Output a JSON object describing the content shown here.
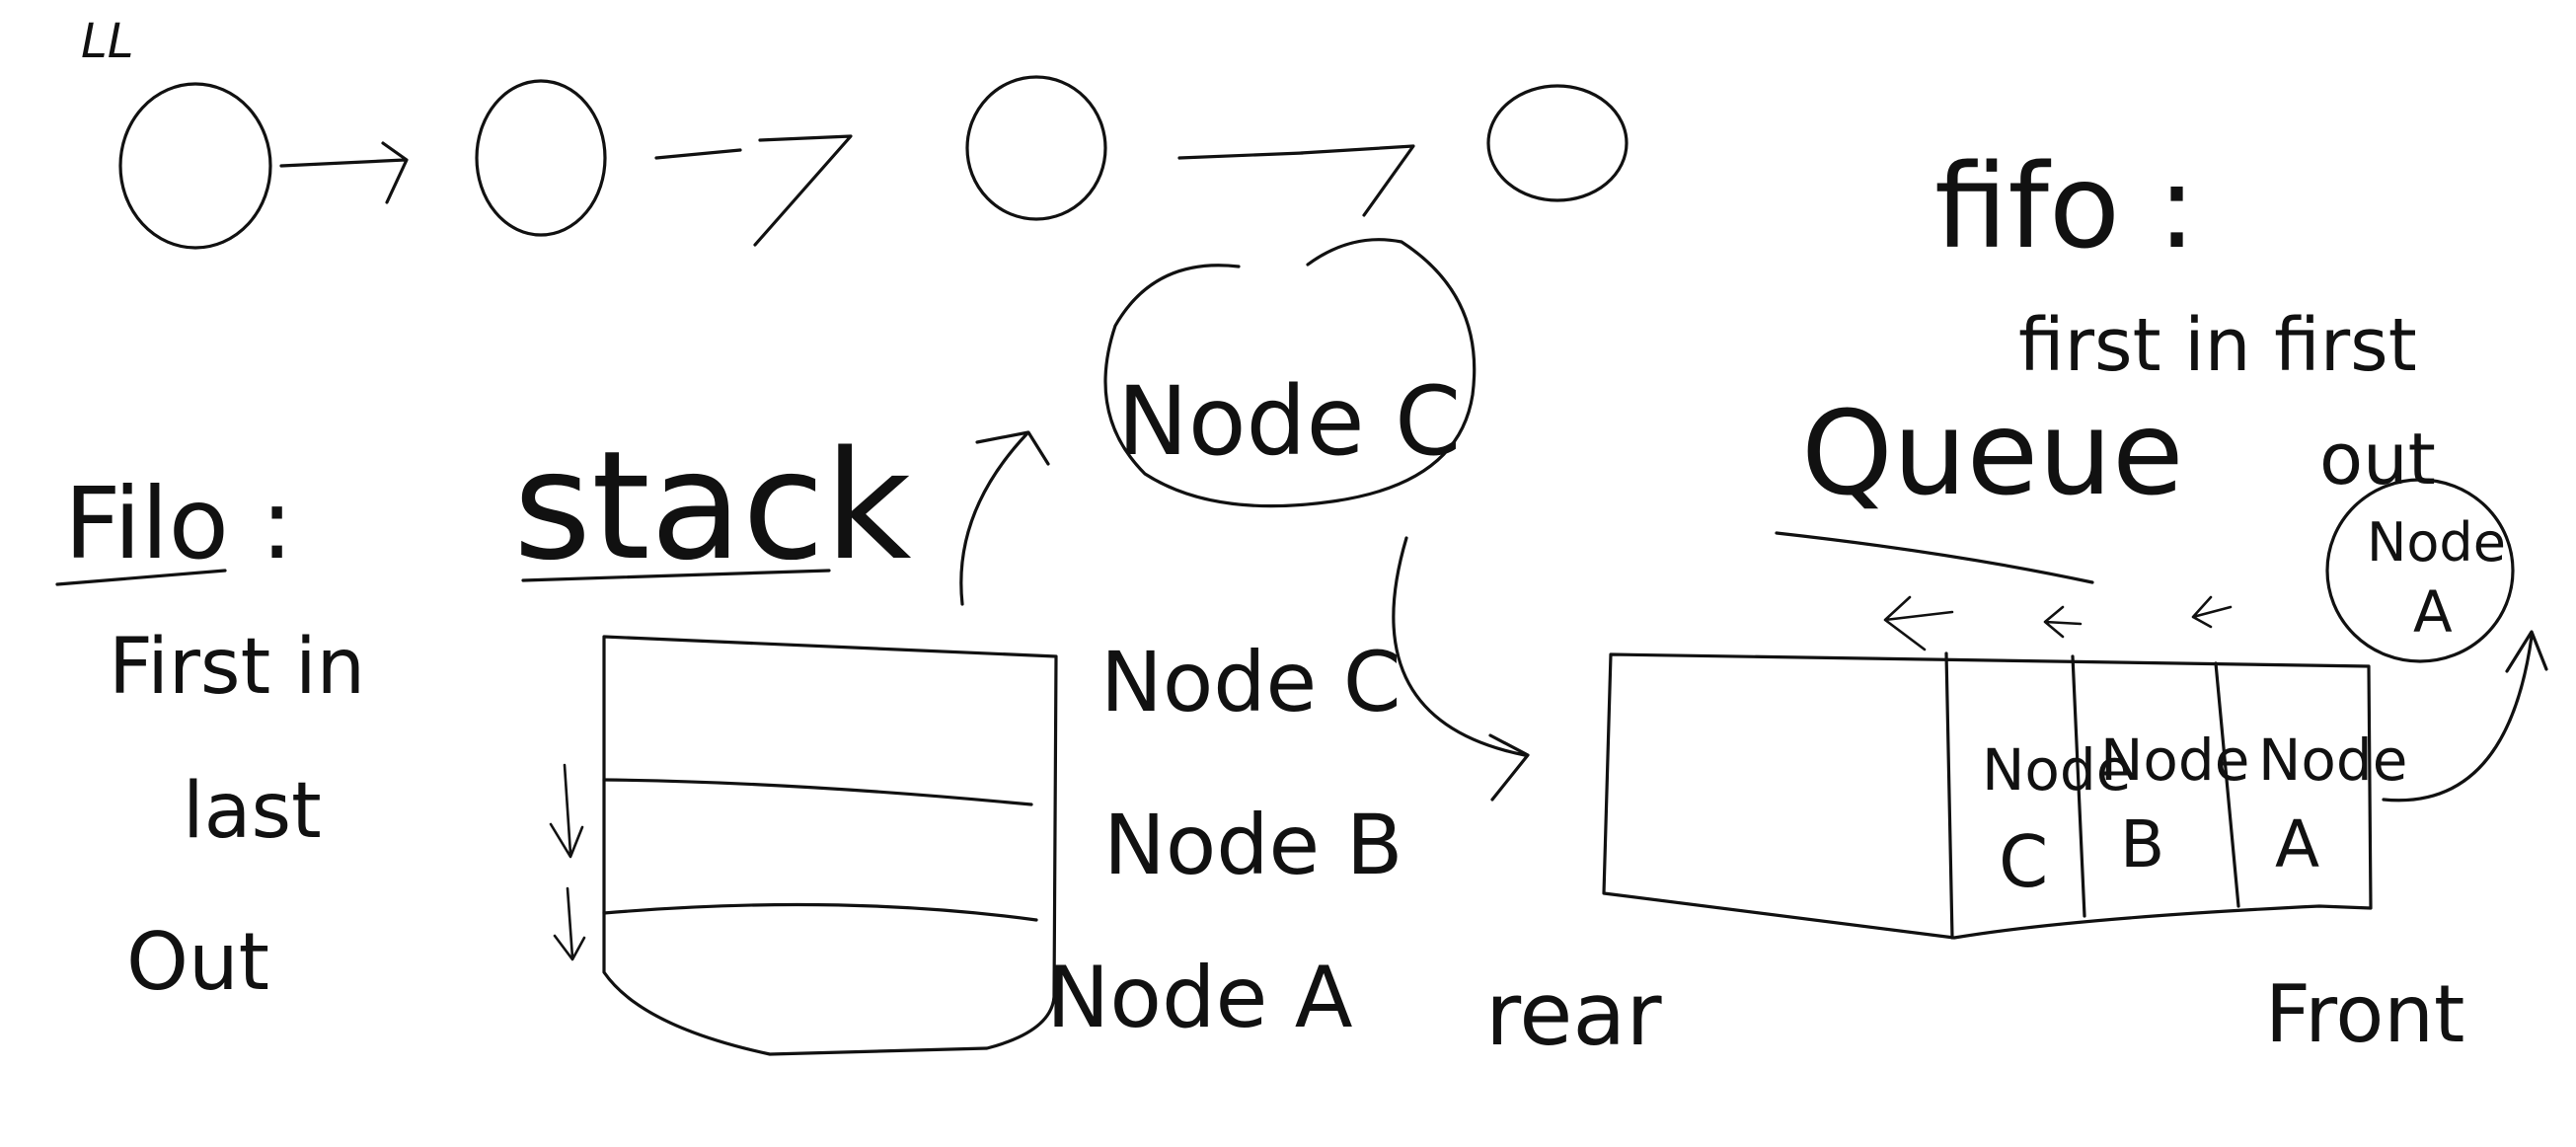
{
  "labels": {
    "ll": "LL",
    "fifo": "fifo :",
    "fifo_line1": "first in first",
    "fifo_line2": "out",
    "filo": "Filo :",
    "filo_line1": "First in",
    "filo_line2": "last",
    "filo_line3": "Out",
    "stack": "stack",
    "queue": "Queue",
    "rear": "rear",
    "front": "Front"
  },
  "node_c_bubble": "Node C",
  "stack_nodes": [
    "Node C",
    "Node B",
    "Node A"
  ],
  "queue_nodes": [
    {
      "line1": "Node",
      "line2": "C"
    },
    {
      "line1": "Node",
      "line2": "B"
    },
    {
      "line1": "Node",
      "line2": "A"
    }
  ],
  "node_a_bubble": {
    "line1": "Node",
    "line2": "A"
  },
  "ink_color": "#111111"
}
